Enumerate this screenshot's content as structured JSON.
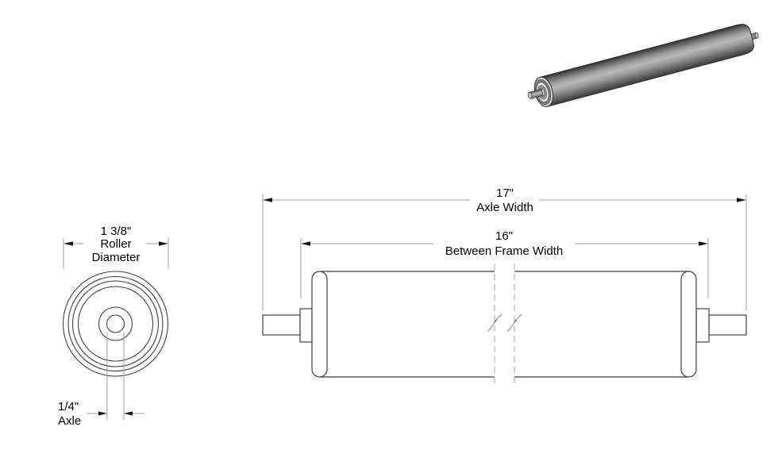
{
  "end_view": {
    "diameter_value": "1 3/8\"",
    "diameter_label_1": "Roller",
    "diameter_label_2": "Diameter",
    "axle_value": "1/4\"",
    "axle_label": "Axle"
  },
  "side_view": {
    "axle_width_value": "17\"",
    "axle_width_label": "Axle Width",
    "between_frame_value": "16\"",
    "between_frame_label": "Between Frame Width"
  },
  "colors": {
    "background": "#ffffff",
    "drawing_outline": "#3f3f3f",
    "dimension_line": "#9c9c9c",
    "arrowhead": "#141414",
    "text": "#000000",
    "roller_highlight": "#b8b8b8",
    "roller_shadow": "#3a3a3a"
  }
}
